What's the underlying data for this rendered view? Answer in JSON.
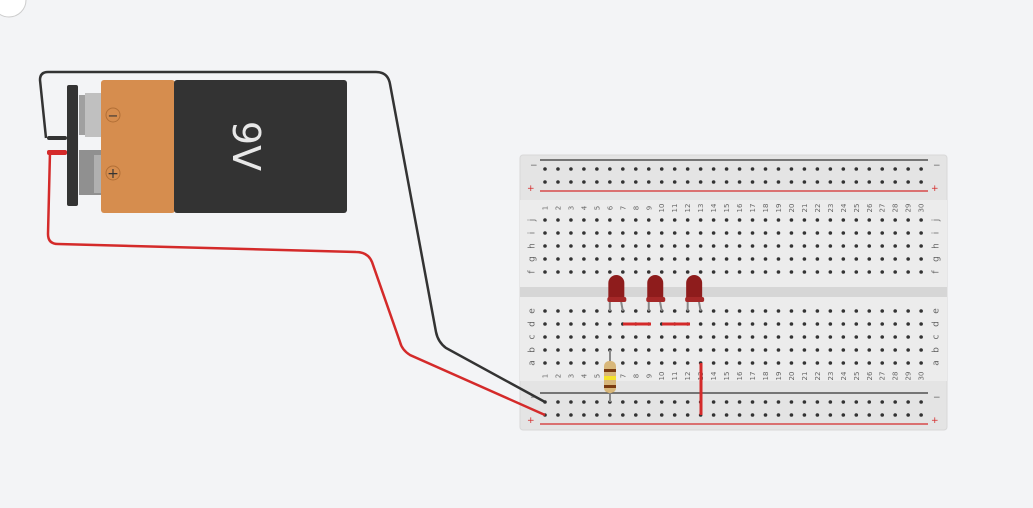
{
  "canvas": {
    "zoom_fit_icon": "zoom-fit-icon"
  },
  "battery": {
    "label": "9V",
    "minus": "−",
    "plus": "+",
    "body_color": "#d68d4e",
    "case_color": "#333333"
  },
  "breadboard": {
    "columns": [
      "1",
      "2",
      "3",
      "4",
      "5",
      "6",
      "7",
      "8",
      "9",
      "10",
      "11",
      "12",
      "13",
      "14",
      "15",
      "16",
      "17",
      "18",
      "19",
      "20",
      "21",
      "22",
      "23",
      "24",
      "25",
      "26",
      "27",
      "28",
      "29",
      "30"
    ],
    "top_rows": [
      "j",
      "i",
      "h",
      "g",
      "f"
    ],
    "bottom_rows": [
      "e",
      "d",
      "c",
      "b",
      "a"
    ],
    "rail_minus": "−",
    "rail_plus": "+"
  },
  "components": {
    "leds": [
      {
        "color": "#8e1c1c",
        "columns": [
          6,
          7
        ]
      },
      {
        "color": "#8e1c1c",
        "columns": [
          9,
          10
        ]
      },
      {
        "color": "#8e1c1c",
        "columns": [
          12,
          13
        ]
      }
    ],
    "resistor": {
      "column": 6
    },
    "wire_color_red": "#d42a2a",
    "wire_color_black": "#333333"
  }
}
